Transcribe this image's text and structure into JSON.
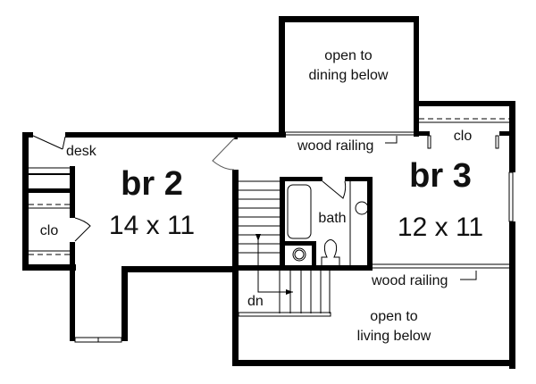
{
  "plan": {
    "title": "Second Floor Plan",
    "colors": {
      "wall": "#000000",
      "background": "#ffffff",
      "text": "#111111"
    },
    "rooms": [
      {
        "id": "br2",
        "name": "br 2",
        "dimensions": "14 x 11"
      },
      {
        "id": "br3",
        "name": "br 3",
        "dimensions": "12 x 11"
      },
      {
        "id": "bath",
        "name": "bath"
      }
    ],
    "labels": {
      "desk": "desk",
      "clo_br2": "clo",
      "clo_br3": "clo",
      "open_dining_line1": "open to",
      "open_dining_line2": "dining below",
      "open_living_line1": "open to",
      "open_living_line2": "living below",
      "wood_railing_top": "wood railing",
      "wood_railing_bottom": "wood railing",
      "stairs_dn": "dn"
    }
  }
}
